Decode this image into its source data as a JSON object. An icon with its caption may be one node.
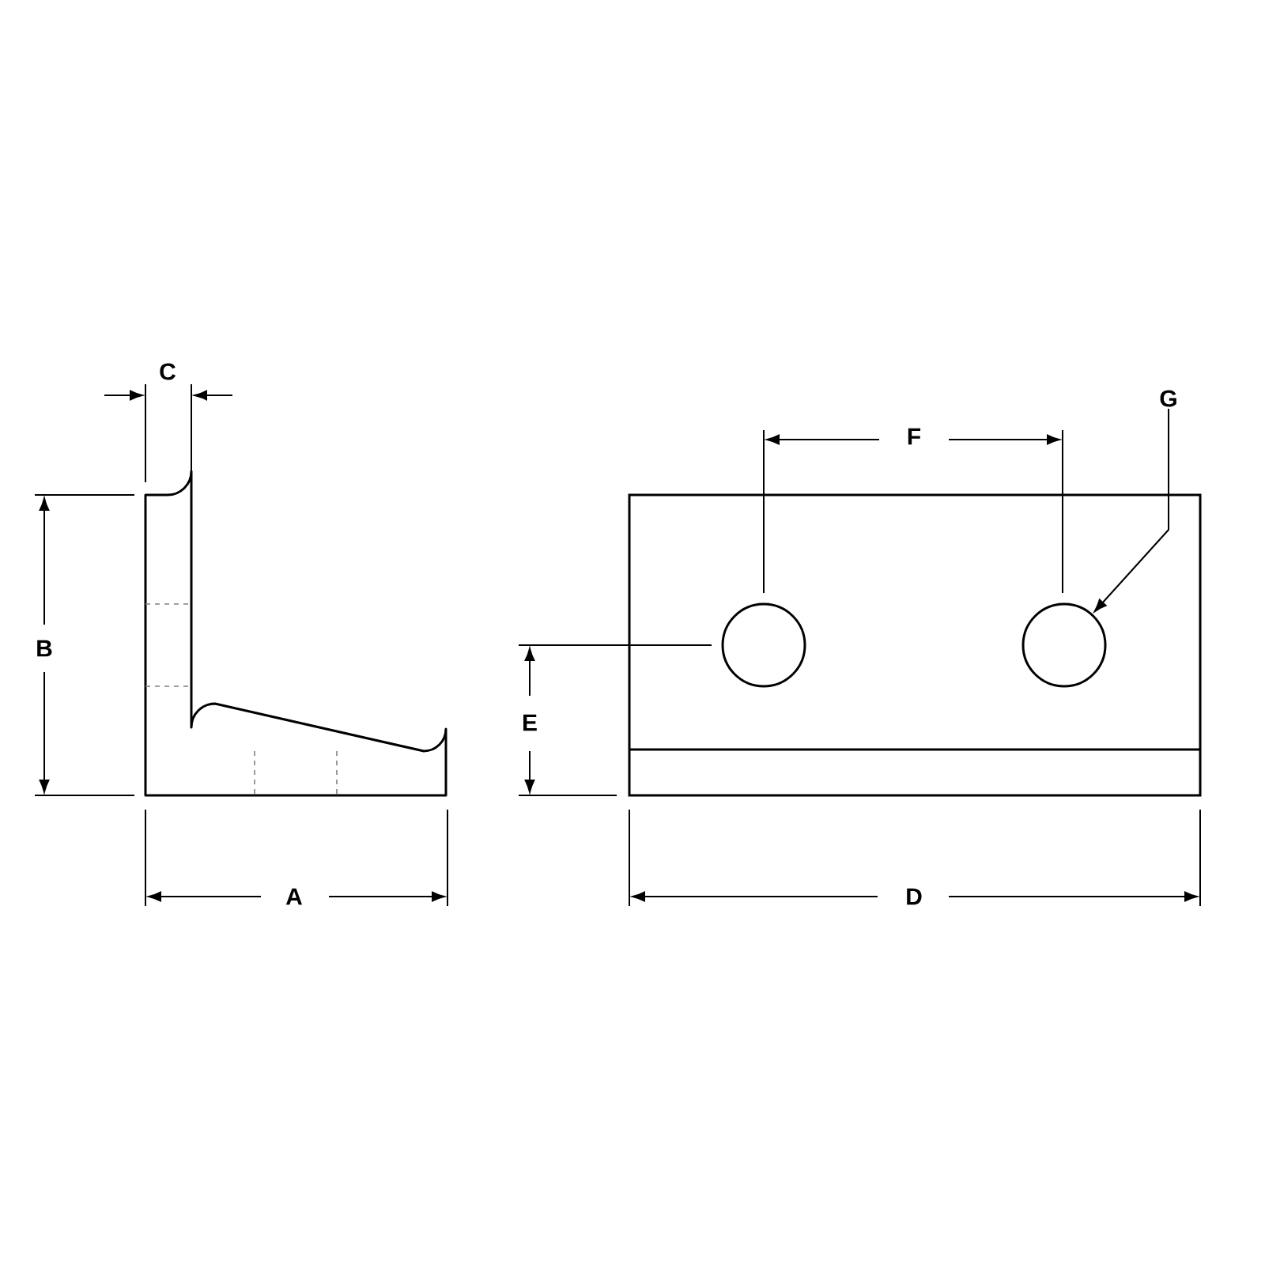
{
  "diagram": {
    "nodes": [
      {
        "text": [
          "G"
        ]
      },
      {
        "text": [],
        "shape": "circle"
      }
    ],
    "edges": [
      {
        "from": 0,
        "to": 1,
        "arrow": "to"
      }
    ],
    "labels": [
      "C",
      "F",
      "B",
      "E",
      "A",
      "D"
    ]
  }
}
